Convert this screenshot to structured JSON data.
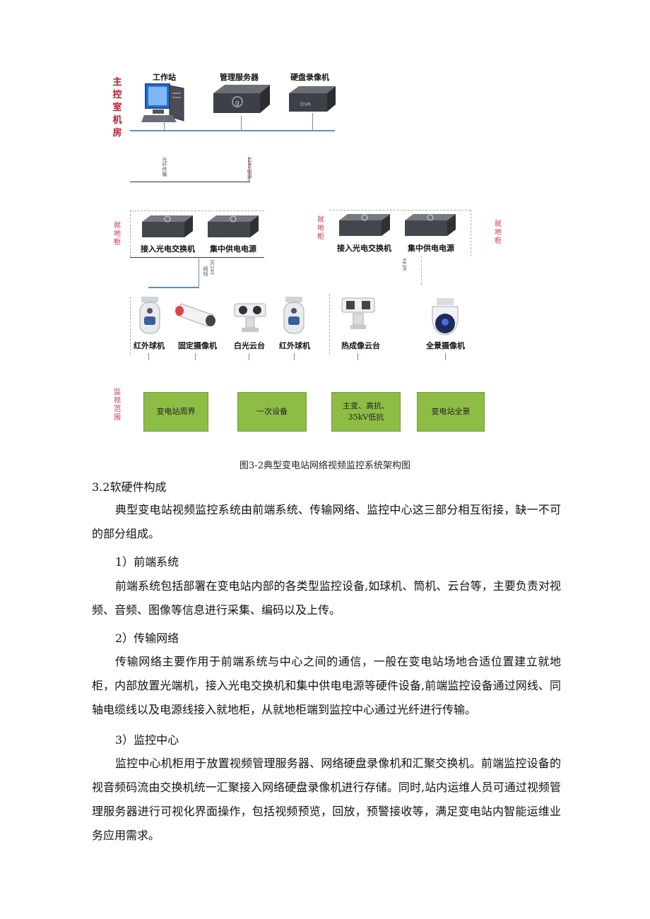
{
  "diagram": {
    "room_label": "主控室机房",
    "cabinet_label": "就地柜",
    "monitor_area_label": "监视范围",
    "workstation": "工作站",
    "mgmt_server": "管理服务器",
    "nvr": "硬盘录像机",
    "dvr_badge": "DVR",
    "fiber_label_left": "光纤传输",
    "power_label_left": "220V电源",
    "cable_label": "网线",
    "cable_label2": "DC24V",
    "cable_label_right": "KE2M",
    "access_switch": "接入光电交换机",
    "power_supply": "集中供电电源",
    "cameras": [
      "红外球机",
      "固定摄像机",
      "白光云台",
      "红外球机",
      "热成像云台",
      "全景摄像机"
    ],
    "areas": [
      "变电站周界",
      "一次设备",
      "主变、高抗、35kV低抗",
      "变电站全景"
    ]
  },
  "caption": "图3-2典型变电站网络视频监控系统架构图",
  "section_title": "3.2软硬件构成",
  "intro": "典型变电站视频监控系统由前端系统、传输网络、监控中心这三部分相互衔接，缺一不可的部分组成。",
  "items": [
    {
      "heading": "1）前端系统",
      "body": "前端系统包括部署在变电站内部的各类型监控设备,如球机、筒机、云台等，主要负责对视频、音频、图像等信息进行采集、编码以及上传。"
    },
    {
      "heading": "2）传输网络",
      "body": "传输网络主要作用于前端系统与中心之间的通信，一般在变电站场地合适位置建立就地柜，内部放置光端机，接入光电交换机和集中供电电源等硬件设备,前端监控设备通过网线、同轴电缆线以及电源线接入就地柜，从就地柜端到监控中心通过光纤进行传输。"
    },
    {
      "heading": "3）监控中心",
      "body": "监控中心机柜用于放置视频管理服务器、网络硬盘录像机和汇聚交换机。前端监控设备的视音频码流由交换机统一汇聚接入网络硬盘录像机进行存储。同时,站内运维人员可通过视频管理服务器进行可视化界面操作，包括视频预览，回放，预警接收等，满足变电站内智能运维业务应用需求。"
    }
  ]
}
